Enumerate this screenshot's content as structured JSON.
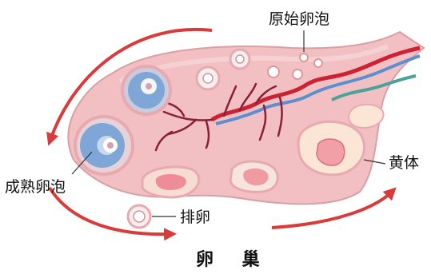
{
  "labels": {
    "primordial_follicle": "原始卵泡",
    "mature_follicle": "成熟卵泡",
    "corpus_luteum": "黄体",
    "ovulation": "排卵",
    "caption": "卵 巢"
  }
}
